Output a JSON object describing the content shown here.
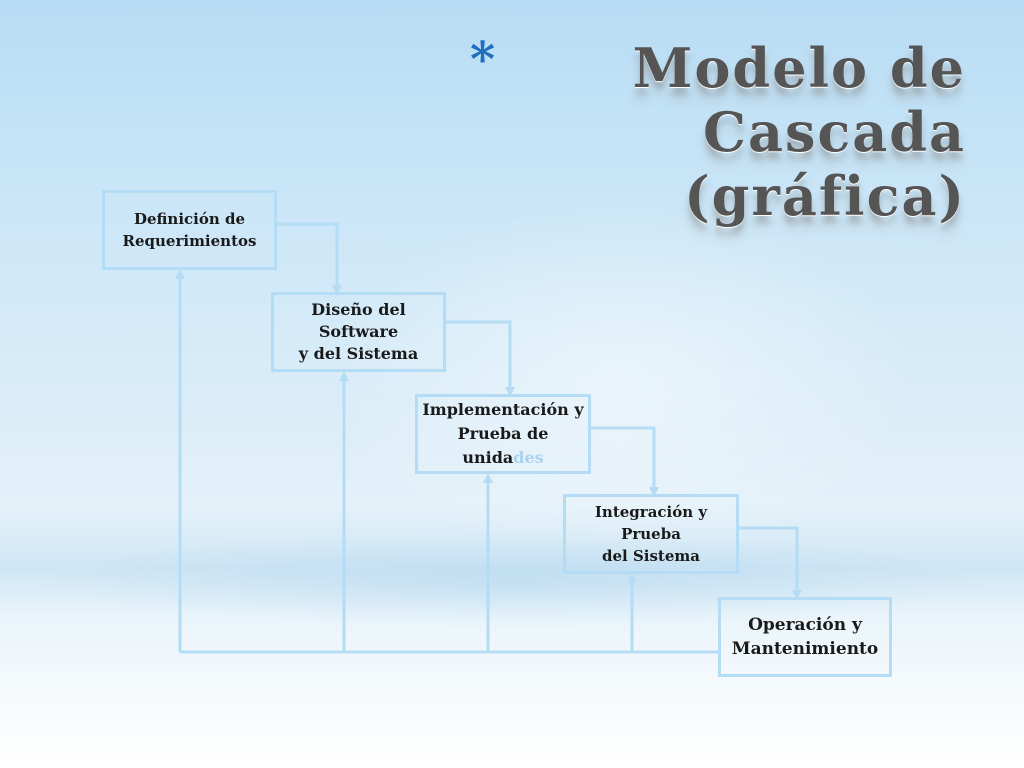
{
  "slide": {
    "bullet": "*",
    "title_line1": "Modelo de Cascada",
    "title_line2": "(gráfica)"
  },
  "diagram": {
    "stages": [
      {
        "label": "Definición de\nRequerimientos"
      },
      {
        "label": "Diseño del Software\ny del Sistema"
      },
      {
        "label": "Implementación y\nPrueba de unida",
        "label_fade": "des"
      },
      {
        "label": "Integración y Prueba\ndel Sistema"
      },
      {
        "label": "Operación y\nMantenimiento"
      }
    ],
    "colors": {
      "box_border": "#b4dcf4",
      "connector": "#b4dcf4",
      "title_text": "#555555",
      "bullet": "#1f6fbf"
    }
  }
}
